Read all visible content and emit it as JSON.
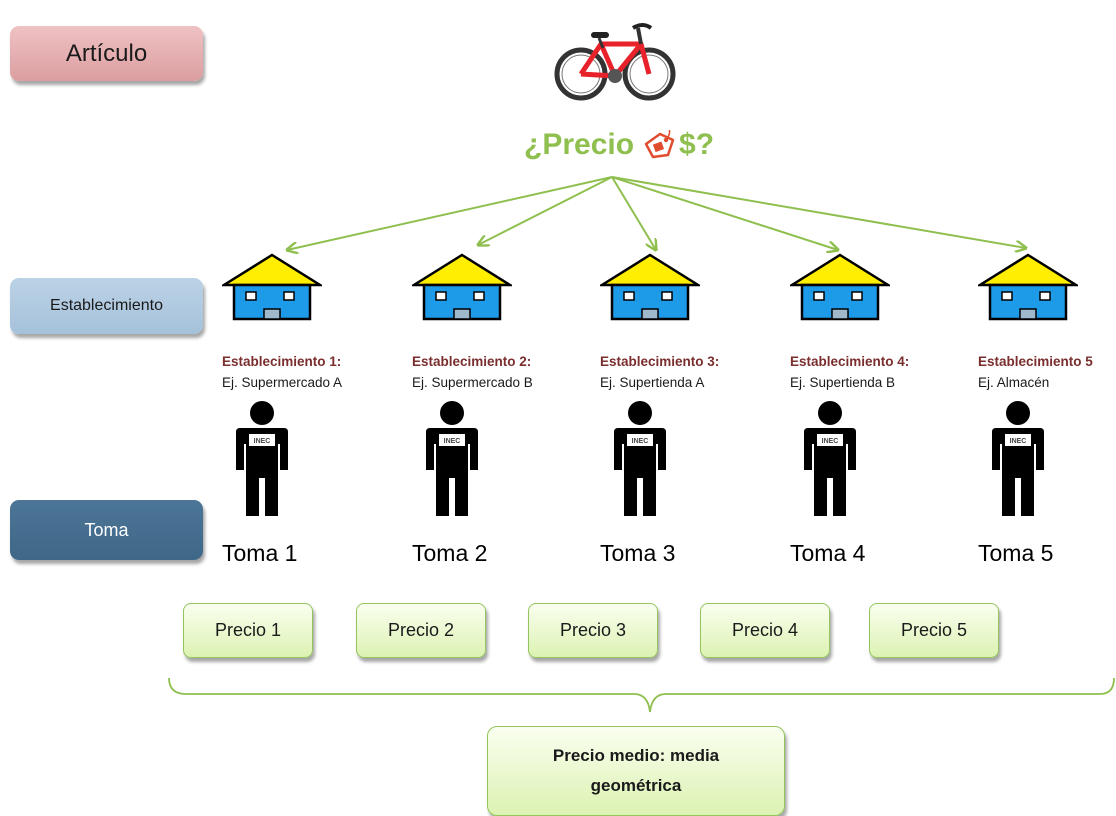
{
  "rows": {
    "articulo": "Artículo",
    "establecimiento": "Establecimiento",
    "toma": "Toma"
  },
  "question": {
    "prefix": "¿Precio",
    "suffix": "$?",
    "icon": "price-tag-icon"
  },
  "item_icon": "bicycle-icon",
  "stores": [
    {
      "title": "Establecimiento 1:",
      "example": "Ej. Supermercado A",
      "toma": "Toma 1"
    },
    {
      "title": "Establecimiento 2:",
      "example": "Ej. Supermercado B",
      "toma": "Toma 2"
    },
    {
      "title": "Establecimiento 3:",
      "example": "Ej. Supertienda A",
      "toma": "Toma 3"
    },
    {
      "title": "Establecimiento 4:",
      "example": "Ej. Supertienda B",
      "toma": "Toma 4"
    },
    {
      "title": "Establecimiento 5",
      "example": "Ej. Almacén",
      "toma": "Toma 5"
    }
  ],
  "badge_text": "INEC",
  "prices": [
    "Precio 1",
    "Precio 2",
    "Precio 3",
    "Precio 4",
    "Precio 5"
  ],
  "result": "Precio medio: media geométrica",
  "colors": {
    "accent_green": "#8fbf4f",
    "house_roof": "#ffee00",
    "house_wall": "#1e9be8",
    "store_title": "#7a2e2e",
    "articulo_box": "#e6b1b3",
    "establecimiento_box": "#b2cbe0",
    "toma_box": "#46708f"
  }
}
